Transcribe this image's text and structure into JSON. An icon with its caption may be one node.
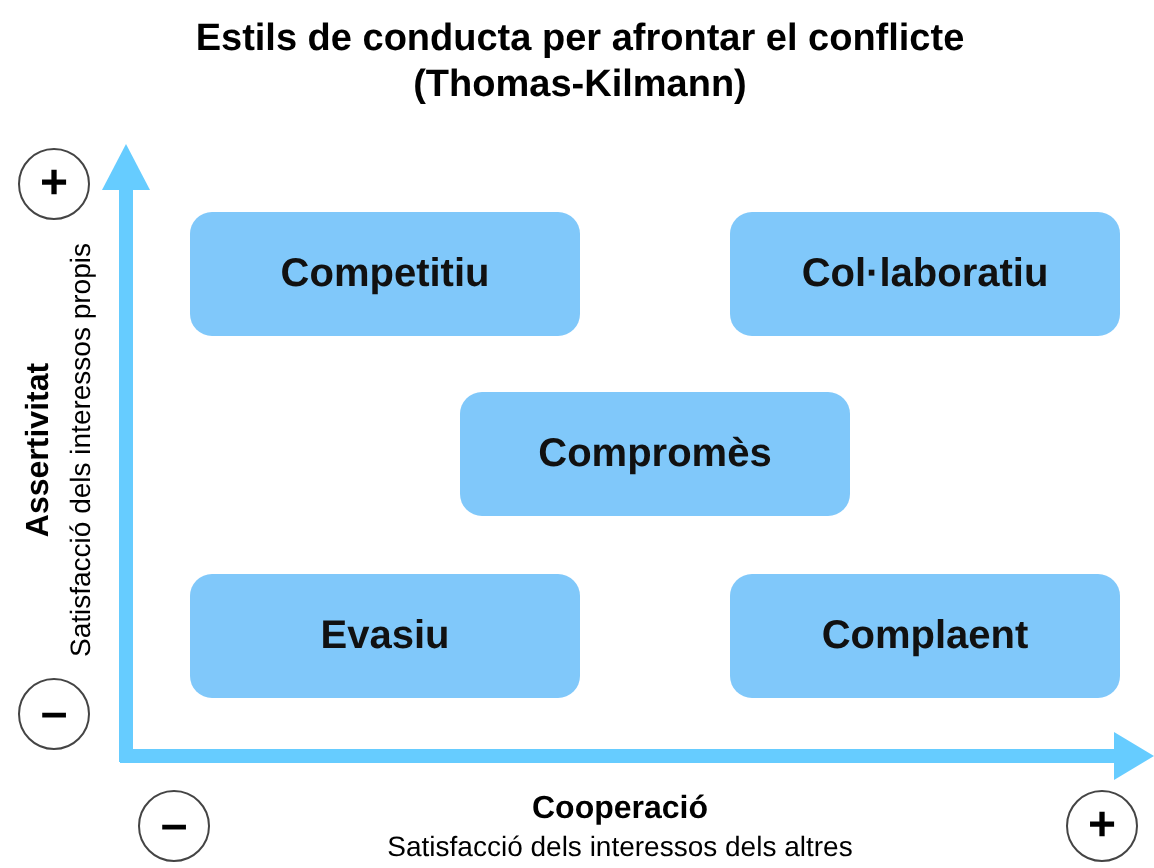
{
  "diagram": {
    "title": "Estils de conducta per afrontar el conflicte (Thomas-Kilmann)",
    "nodes": [
      {
        "text": [
          "+"
        ]
      },
      {
        "text": [
          "Competitiu"
        ]
      },
      {
        "text": [
          "Col·laboratiu"
        ]
      },
      {
        "text": [
          "Compromès"
        ]
      },
      {
        "text": [
          "–"
        ]
      },
      {
        "text": [
          "Evasiu"
        ]
      },
      {
        "text": [
          "Complaent"
        ]
      },
      {
        "text": [
          "–"
        ]
      },
      {
        "text": [
          "+"
        ]
      }
    ],
    "labels": [
      "Assertivitat",
      "Satisfacció dels interessos propis",
      "Cooperació",
      "Satisfacció dels interessos dels altres"
    ]
  }
}
